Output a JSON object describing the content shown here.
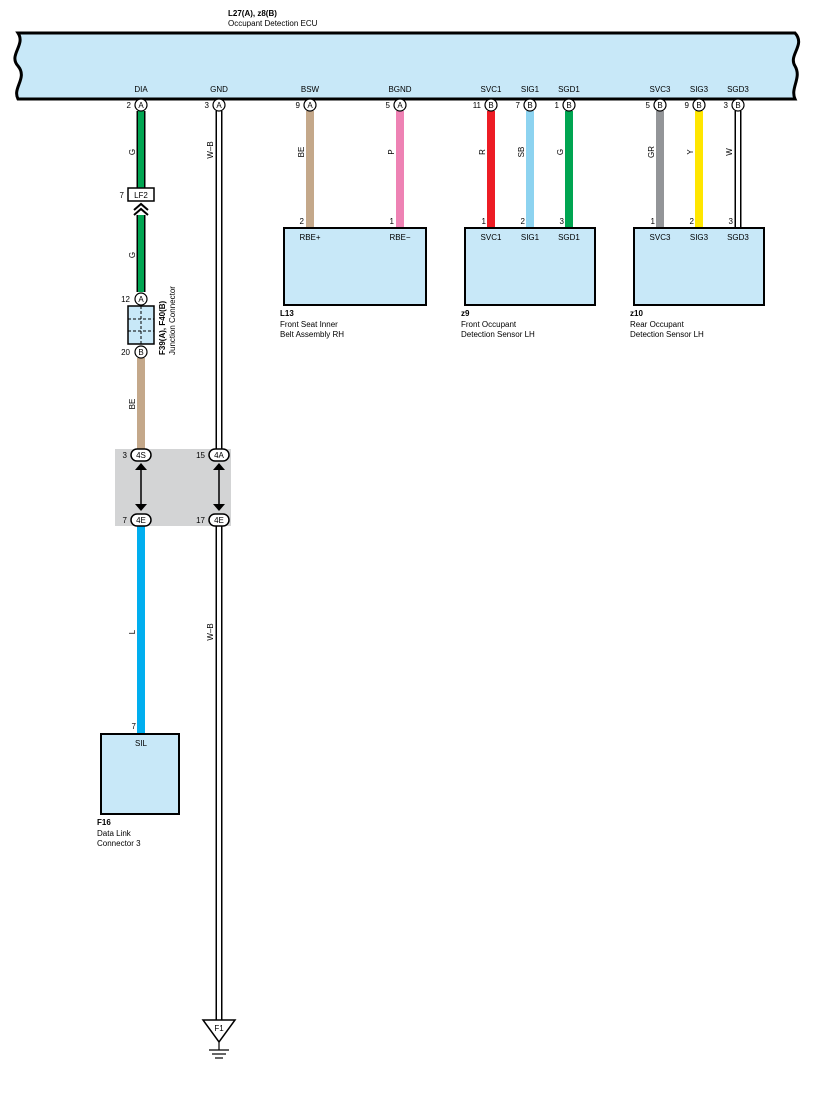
{
  "ecu": {
    "code": "L27(A), z8(B)",
    "name": "Occupant Detection ECU",
    "fill": "#c8e8f8"
  },
  "ecu_pins": [
    {
      "label": "DIA",
      "pin": "2",
      "conn": "A"
    },
    {
      "label": "GND",
      "pin": "3",
      "conn": "A"
    },
    {
      "label": "BSW",
      "pin": "9",
      "conn": "A"
    },
    {
      "label": "BGND",
      "pin": "5",
      "conn": "A"
    },
    {
      "label": "SVC1",
      "pin": "11",
      "conn": "B"
    },
    {
      "label": "SIG1",
      "pin": "7",
      "conn": "B"
    },
    {
      "label": "SGD1",
      "pin": "1",
      "conn": "B"
    },
    {
      "label": "SVC3",
      "pin": "5",
      "conn": "B"
    },
    {
      "label": "SIG3",
      "pin": "9",
      "conn": "B"
    },
    {
      "label": "SGD3",
      "pin": "3",
      "conn": "B"
    }
  ],
  "wire_colors": {
    "G": "#00a551",
    "W-B": "#ffffff",
    "BE": "#c4a88a",
    "P": "#ee82b4",
    "R": "#ed1c24",
    "SB": "#8dd3f0",
    "GR": "#939598",
    "Y": "#ffe600",
    "W": "#ffffff",
    "L": "#00aeef"
  },
  "wire_labels": {
    "dia_g_upper": "G",
    "gnd_upper": "W–B",
    "bsw": "BE",
    "bgnd": "P",
    "svc1": "R",
    "sig1": "SB",
    "sgd1": "G",
    "svc3": "GR",
    "sig3": "Y",
    "sgd3": "W",
    "dia_g_lower": "G",
    "dia_be": "BE",
    "dia_l": "L",
    "gnd_lower": "W–B"
  },
  "lf2": {
    "pin": "7",
    "label": "LF2"
  },
  "junction": {
    "code": "F39(A), F40(B)",
    "name": "Junction Connector",
    "pin_top": "12",
    "conn_top": "A",
    "pin_bottom": "20",
    "conn_bottom": "B"
  },
  "splice": [
    {
      "pin_top": "3",
      "conn_top": "4S",
      "pin_bottom": "7",
      "conn_bottom": "4E"
    },
    {
      "pin_top": "15",
      "conn_top": "4A",
      "pin_bottom": "17",
      "conn_bottom": "4E"
    }
  ],
  "l13": {
    "code": "L13",
    "line1": "Front Seat Inner",
    "line2": "Belt Assembly RH",
    "pins": [
      {
        "pin": "2",
        "label": "RBE+"
      },
      {
        "pin": "1",
        "label": "RBE−"
      }
    ]
  },
  "z9": {
    "code": "z9",
    "line1": "Front Occupant",
    "line2": "Detection Sensor LH",
    "pins": [
      {
        "pin": "1",
        "label": "SVC1"
      },
      {
        "pin": "2",
        "label": "SIG1"
      },
      {
        "pin": "3",
        "label": "SGD1"
      }
    ]
  },
  "z10": {
    "code": "z10",
    "line1": "Rear Occupant",
    "line2": "Detection Sensor LH",
    "pins": [
      {
        "pin": "1",
        "label": "SVC3"
      },
      {
        "pin": "2",
        "label": "SIG3"
      },
      {
        "pin": "3",
        "label": "SGD3"
      }
    ]
  },
  "f16": {
    "code": "F16",
    "line1": "Data Link",
    "line2": "Connector 3",
    "pin": "7",
    "label": "SIL"
  },
  "ground": {
    "label": "F1"
  }
}
